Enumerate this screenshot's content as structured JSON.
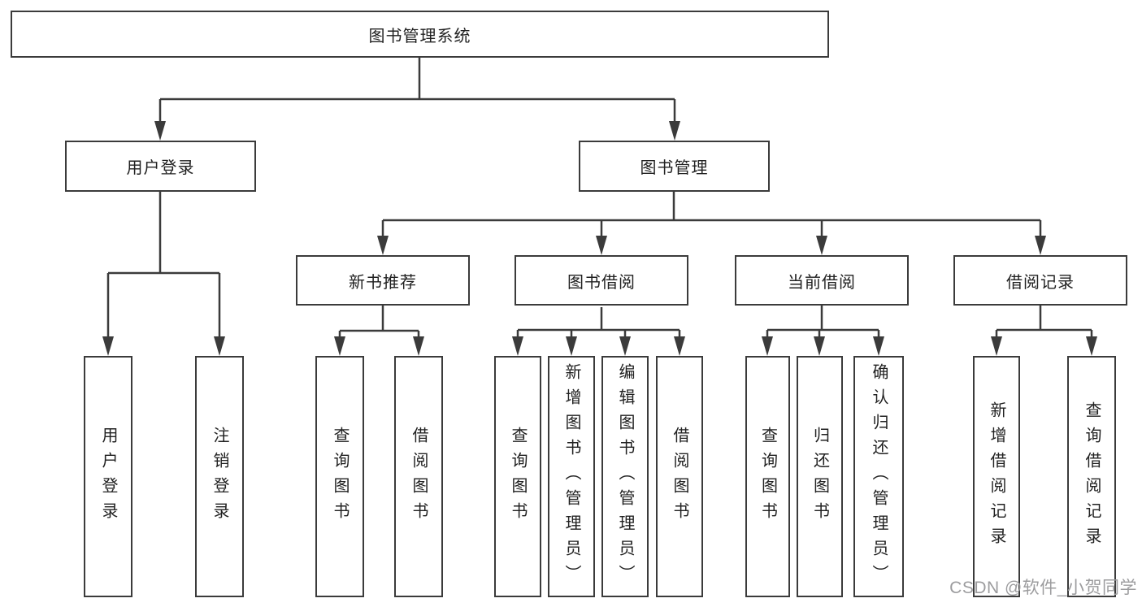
{
  "tree": {
    "label": "图书管理系统",
    "children": [
      {
        "label": "用户登录",
        "children": [
          {
            "label": "用户登录"
          },
          {
            "label": "注销登录"
          }
        ]
      },
      {
        "label": "图书管理",
        "children": [
          {
            "label": "新书推荐",
            "children": [
              {
                "label": "查询图书"
              },
              {
                "label": "借阅图书"
              }
            ]
          },
          {
            "label": "图书借阅",
            "children": [
              {
                "label": "查询图书"
              },
              {
                "label": "新增图书（管理员）"
              },
              {
                "label": "编辑图书（管理员）"
              },
              {
                "label": "借阅图书"
              }
            ]
          },
          {
            "label": "当前借阅",
            "children": [
              {
                "label": "查询图书"
              },
              {
                "label": "归还图书"
              },
              {
                "label": "确认归还（管理员）"
              }
            ]
          },
          {
            "label": "借阅记录",
            "children": [
              {
                "label": "新增借阅记录"
              },
              {
                "label": "查询借阅记录"
              }
            ]
          }
        ]
      }
    ]
  },
  "watermark": {
    "text": "CSDN @软件_小贺同学"
  },
  "colors": {
    "line": "#3b3b3b",
    "box_border": "#3b3b3b",
    "text": "#212121",
    "watermark": "#9c9c9e",
    "background": "#ffffff"
  }
}
